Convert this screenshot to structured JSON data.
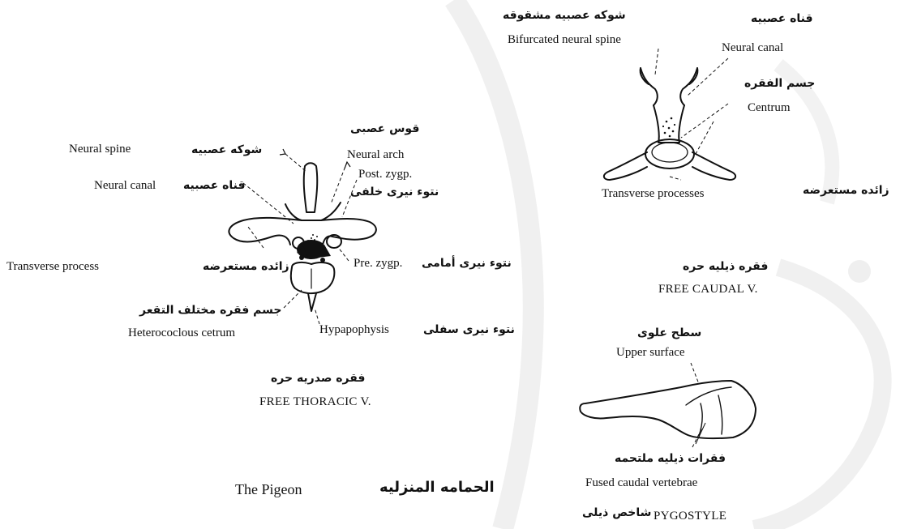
{
  "thoracic": {
    "neural_spine_en": "Neural spine",
    "neural_spine_ar": "شوكه عصبيه",
    "neural_canal_en": "Neural canal",
    "neural_canal_ar": "قناه عصبيه",
    "neural_arch_ar": "قوس عصبى",
    "neural_arch_en": "Neural arch",
    "post_zyg_en": "Post. zygp.",
    "post_zyg_ar": "نتوء نيرى خلفى",
    "transverse_process_en": "Transverse process",
    "transverse_process_ar": "زائده مستعرضه",
    "pre_zyg_en": "Pre. zygp.",
    "pre_zyg_ar": "نتوء نيرى أمامى",
    "centrum_ar": "جسم فقره مختلف التقعر",
    "centrum_en": "Heterococlous cetrum",
    "hypapophysis_en": "Hypapophysis",
    "hypapophysis_ar": "نتوء نيرى سفلى",
    "title_ar": "فقره صدريه حره",
    "title_en": "FREE THORACIC V."
  },
  "caudal": {
    "spine_ar": "شوكه عصبيه مشقوقه",
    "spine_en": "Bifurcated neural spine",
    "canal_ar": "قناه عصبيه",
    "canal_en": "Neural canal",
    "centrum_ar": "جسم الفقره",
    "centrum_en": "Centrum",
    "transverse_en": "Transverse processes",
    "transverse_ar": "زائده مستعرضه",
    "title_ar": "فقره ذيليه حره",
    "title_en": "FREE CAUDAL V."
  },
  "pygostyle": {
    "upper_ar": "سطح علوى",
    "upper_en": "Upper surface",
    "fused_ar": "فقرات ذيليه ملتحمه",
    "fused_en": "Fused caudal vertebrae",
    "title_ar": "شاخص ذيلى",
    "title_en": "PYGOSTYLE"
  },
  "footer": {
    "pigeon_en": "The Pigeon",
    "pigeon_ar": "الحمامه المنزليه"
  }
}
